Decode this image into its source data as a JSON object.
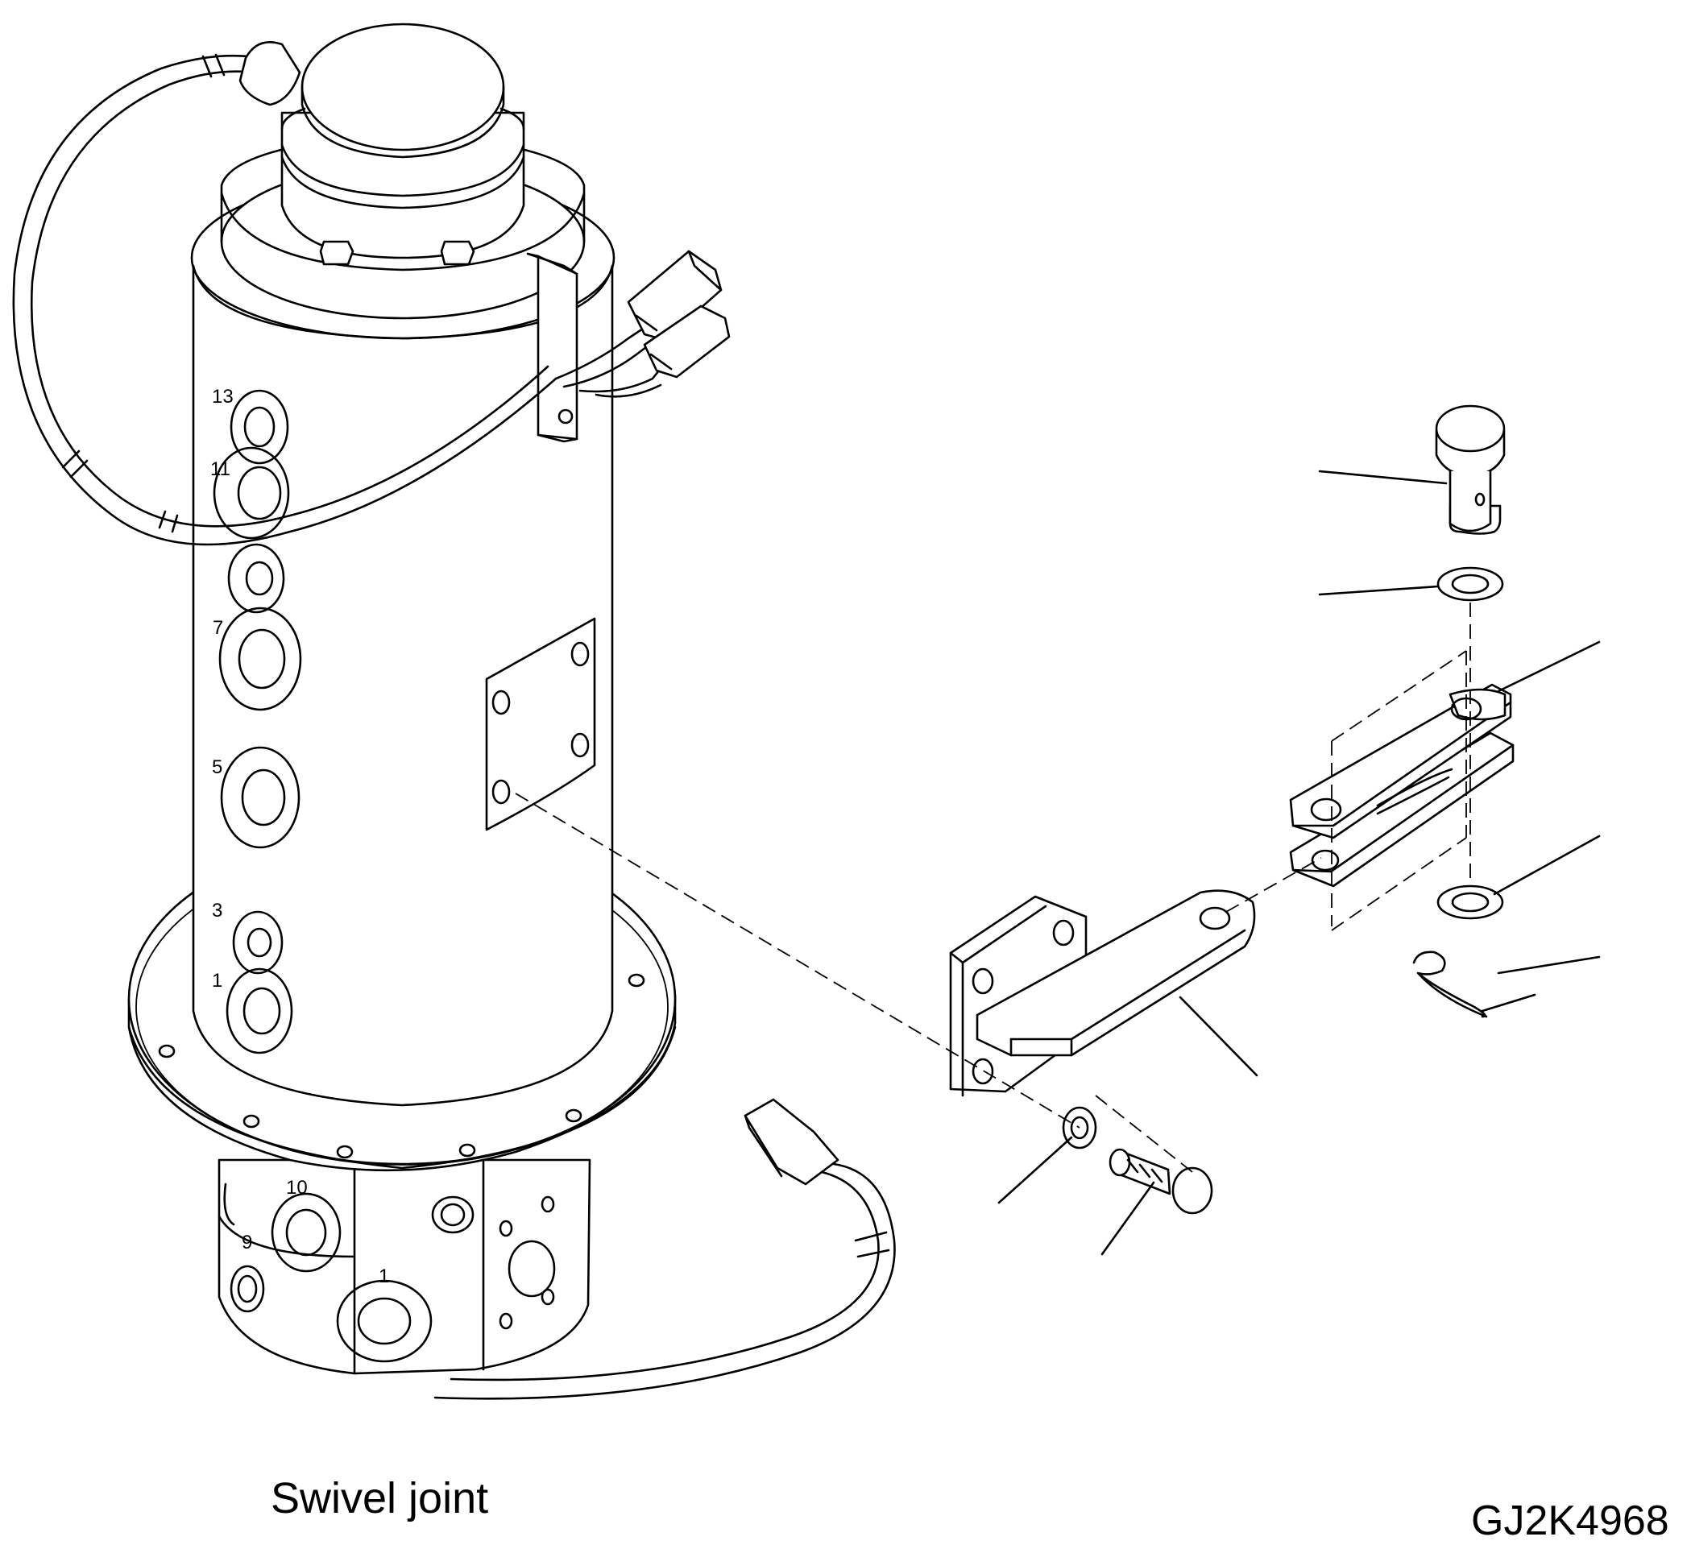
{
  "diagram": {
    "title": "Swivel joint",
    "drawing_code": "GJ2K4968",
    "port_labels": [
      "13",
      "11",
      "7",
      "5",
      "3",
      "1",
      "10",
      "9",
      "1"
    ]
  },
  "colors": {
    "line": "#000000",
    "background": "#ffffff"
  }
}
